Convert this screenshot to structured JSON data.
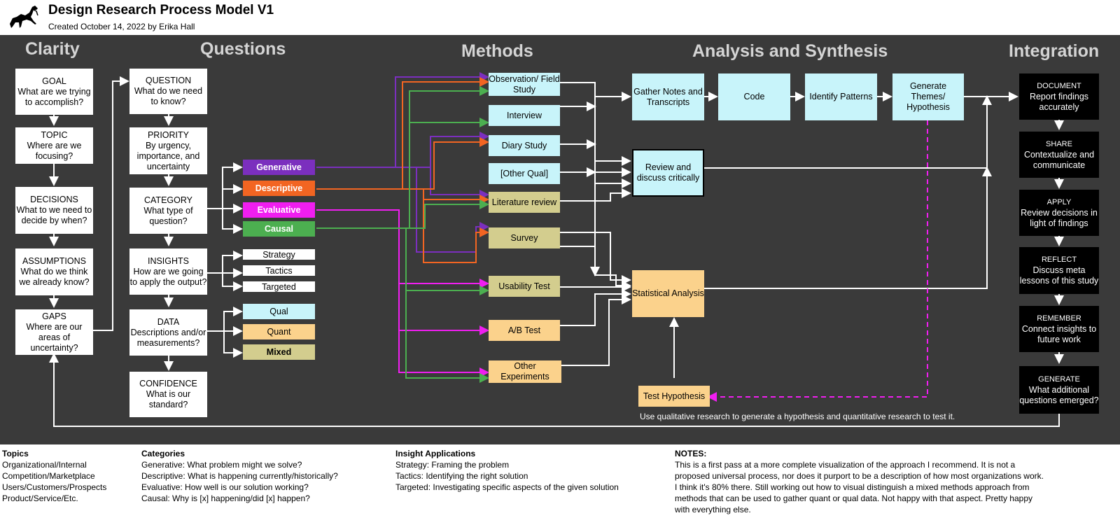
{
  "header": {
    "title": "Design Research Process Model V1",
    "subtitle": "Created October 14, 2022 by Erika Hall",
    "logo_icon": "bucking-horse-icon"
  },
  "columns": {
    "clarity": "Clarity",
    "questions": "Questions",
    "methods": "Methods",
    "analysis": "Analysis and Synthesis",
    "integration": "Integration"
  },
  "clarity": [
    {
      "label": "GOAL",
      "text": "What are we trying to accomplish?"
    },
    {
      "label": "TOPIC",
      "text": "Where are we focusing?"
    },
    {
      "label": "DECISIONS",
      "text": "What to we need to decide by when?"
    },
    {
      "label": "ASSUMPTIONS",
      "text": "What do we think we already know?"
    },
    {
      "label": "GAPS",
      "text": "Where are our areas of uncertainty?"
    }
  ],
  "questions": [
    {
      "label": "QUESTION",
      "text": "What do we need to know?"
    },
    {
      "label": "PRIORITY",
      "text": "By urgency, importance, and uncertainty"
    },
    {
      "label": "CATEGORY",
      "text": "What type of question?"
    },
    {
      "label": "INSIGHTS",
      "text": "How are we going to apply the output?"
    },
    {
      "label": "DATA",
      "text": "Descriptions and/or measurements?"
    },
    {
      "label": "CONFIDENCE",
      "text": "What is our standard?"
    }
  ],
  "categories": [
    {
      "label": "Generative",
      "color": "#7b2fbe"
    },
    {
      "label": "Descriptive",
      "color": "#f26522"
    },
    {
      "label": "Evaluative",
      "color": "#f01ef0"
    },
    {
      "label": "Causal",
      "color": "#4caf50"
    }
  ],
  "insight_chips": [
    "Strategy",
    "Tactics",
    "Targeted"
  ],
  "data_chips": [
    "Qual",
    "Quant",
    "Mixed"
  ],
  "methods": {
    "observation": "Observation/ Field Study",
    "interview": "Interview",
    "diary": "Diary Study",
    "other_qual": "[Other Qual]",
    "literature": "Literature review",
    "survey": "Survey",
    "usability": "Usability Test",
    "ab": "A/B Test",
    "other_exp": "Other Experiments",
    "test_hypothesis": "Test Hypothesis"
  },
  "analysis": {
    "gather": "Gather Notes and Transcripts",
    "code": "Code",
    "patterns": "Identify Patterns",
    "themes": "Generate Themes/ Hypothesis",
    "review": "Review and discuss critically",
    "stats": "Statistical Analysis"
  },
  "integration": [
    {
      "label": "DOCUMENT",
      "text": "Report findings accurately"
    },
    {
      "label": "SHARE",
      "text": "Contextualize and communicate"
    },
    {
      "label": "APPLY",
      "text": "Review decisions in light of findings"
    },
    {
      "label": "REFLECT",
      "text": "Discuss meta lessons of this study"
    },
    {
      "label": "REMEMBER",
      "text": "Connect insights to future work"
    },
    {
      "label": "GENERATE",
      "text": "What additional questions emerged?"
    }
  ],
  "canvas_note": "Use qualitative research to generate a hypothesis and quantitative research to test it.",
  "legend": {
    "topics": {
      "heading": "Topics",
      "items": [
        "Organizational/Internal",
        "Competition/Marketplace",
        "Users/Customers/Prospects",
        "Product/Service/Etc."
      ]
    },
    "categories": {
      "heading": "Categories",
      "items": [
        "Generative: What problem might we solve?",
        "Descriptive: What is happening currently/historically?",
        "Evaluative: How well is our solution working?",
        "Causal: Why is [x] happening/did [x] happen?"
      ]
    },
    "insights": {
      "heading": "Insight Applications",
      "items": [
        "Strategy: Framing the problem",
        "Tactics: Identifying the right solution",
        "Targeted: Investigating specific aspects of the given solution"
      ]
    },
    "notes": {
      "heading": "NOTES:",
      "items": [
        "This is a first pass at a more complete visualization of the approach I recommend. It is not a",
        "proposed universal process, nor does it purport to be a description of how most organizations work.",
        "I think it's 80% there. Still working out how to visual distinguish a mixed methods approach from",
        "methods that can be used to gather quant or qual data. Not happy with that aspect. Pretty happy",
        "with everything else."
      ]
    }
  },
  "colors": {
    "canvas": "#3a3a3a",
    "cyan": "#c8f4fa",
    "olive": "#d3cd8e",
    "orange_box": "#fbd28c",
    "purple": "#7b2fbe",
    "orange": "#f26522",
    "magenta": "#f01ef0",
    "green": "#4caf50",
    "qual": "#c8f4fa",
    "quant": "#fbd28c",
    "mixed": "#d3cd8e"
  }
}
